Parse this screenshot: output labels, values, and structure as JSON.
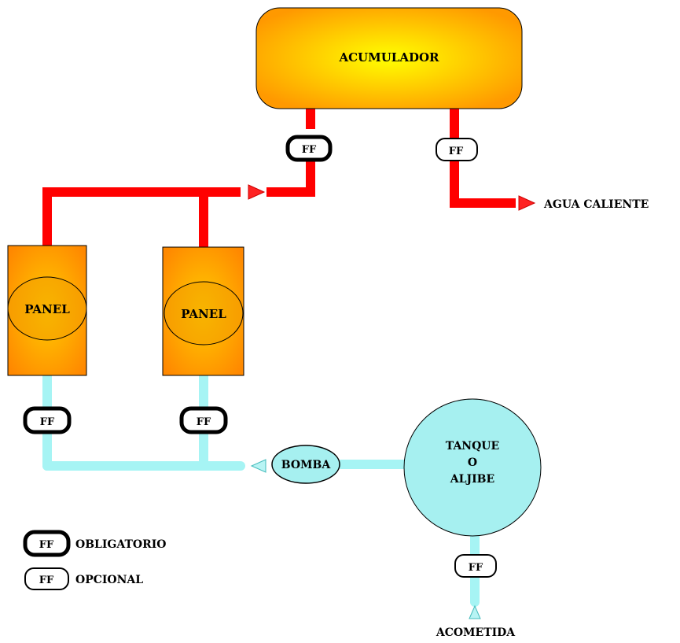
{
  "components": {
    "accumulator": "ACUMULADOR",
    "panel_1": "PANEL",
    "panel_2": "PANEL",
    "pump": "BOMBA",
    "tank_line1": "TANQUE",
    "tank_line2": "O",
    "tank_line3": "ALJIBE"
  },
  "flows": {
    "hot_water_out": "AGUA CALIENTE",
    "water_supply_in": "ACOMETIDA"
  },
  "valves": {
    "label": "FF"
  },
  "legend": {
    "mandatory": "OBLIGATORIO",
    "optional": "OPCIONAL"
  },
  "colors": {
    "hot_pipe": "#ff0000",
    "cold_pipe": "#a6f4f4",
    "accumulator_center": "#ffff00",
    "accumulator_edge": "#ff9900",
    "panel_center": "#ffcc00",
    "panel_edge": "#ff8800",
    "tank_fill": "#a6f0f0"
  }
}
